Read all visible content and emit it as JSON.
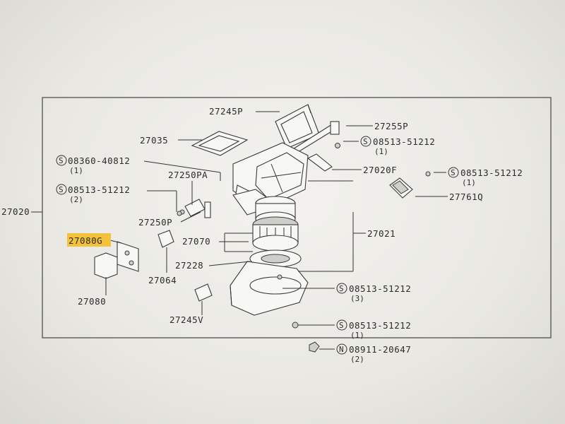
{
  "labels": {
    "l27020": "27020",
    "l27245p": "27245P",
    "l27255p": "27255P",
    "l27035": "27035",
    "l27020f": "27020F",
    "l27250pa": "27250PA",
    "l27250p": "27250P",
    "l27761q": "27761Q",
    "l27080g": "27080G",
    "l27070": "27070",
    "l27021": "27021",
    "l27064": "27064",
    "l27228": "27228",
    "l27080": "27080",
    "l27245v": "27245V"
  },
  "bolts": [
    {
      "prefix": "S",
      "code": "08360-40812",
      "qty": "(1)"
    },
    {
      "prefix": "S",
      "code": "08513-51212",
      "qty": "(2)"
    },
    {
      "prefix": "S",
      "code": "08513-51212",
      "qty": "(1)"
    },
    {
      "prefix": "S",
      "code": "08513-51212",
      "qty": "(1)"
    },
    {
      "prefix": "S",
      "code": "08513-51212",
      "qty": "(3)"
    },
    {
      "prefix": "S",
      "code": "08513-51212",
      "qty": "(1)"
    },
    {
      "prefix": "N",
      "code": "08911-20647",
      "qty": "(2)"
    }
  ],
  "colors": {
    "highlight": "#f4c23a",
    "ink": "#2b2b2b"
  }
}
